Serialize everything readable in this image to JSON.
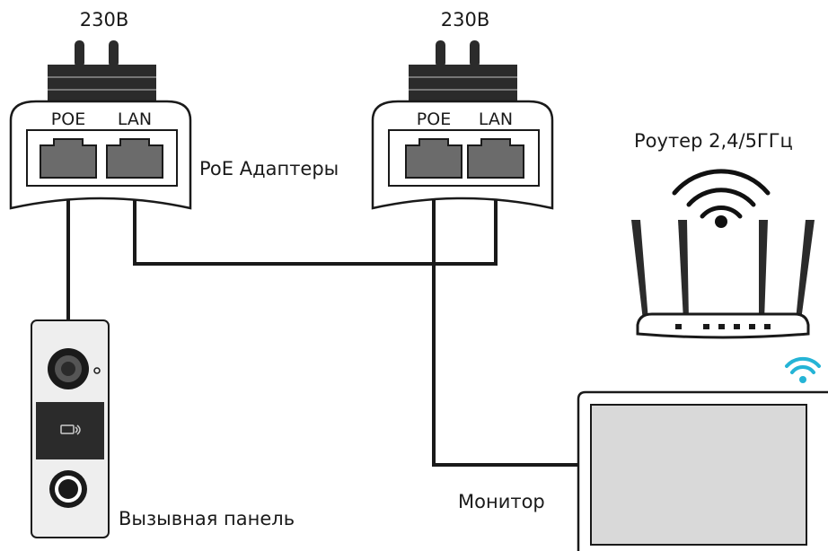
{
  "diagram": {
    "adapter_left": {
      "voltage": "230В",
      "port_poe": "POE",
      "port_lan": "LAN"
    },
    "adapter_right": {
      "voltage": "230В",
      "port_poe": "POE",
      "port_lan": "LAN"
    },
    "labels": {
      "poe_adapters": "PoE Адаптеры",
      "router": "Роутер 2,4/5ГГц",
      "call_panel": "Вызывная панель",
      "monitor": "Монитор"
    },
    "colors": {
      "line": "#1a1a1a",
      "port_fill": "#6b6b6b",
      "plug_fill": "#2b2b2b",
      "monitor_screen": "#d9d9d9",
      "wifi_accent": "#25b4d6",
      "panel_fill": "#eeeeee"
    },
    "icons": [
      "power-plug-icon",
      "ethernet-port-icon",
      "wifi-icon",
      "router-icon",
      "camera-icon",
      "nfc-card-icon",
      "call-button-icon",
      "monitor-icon"
    ]
  }
}
